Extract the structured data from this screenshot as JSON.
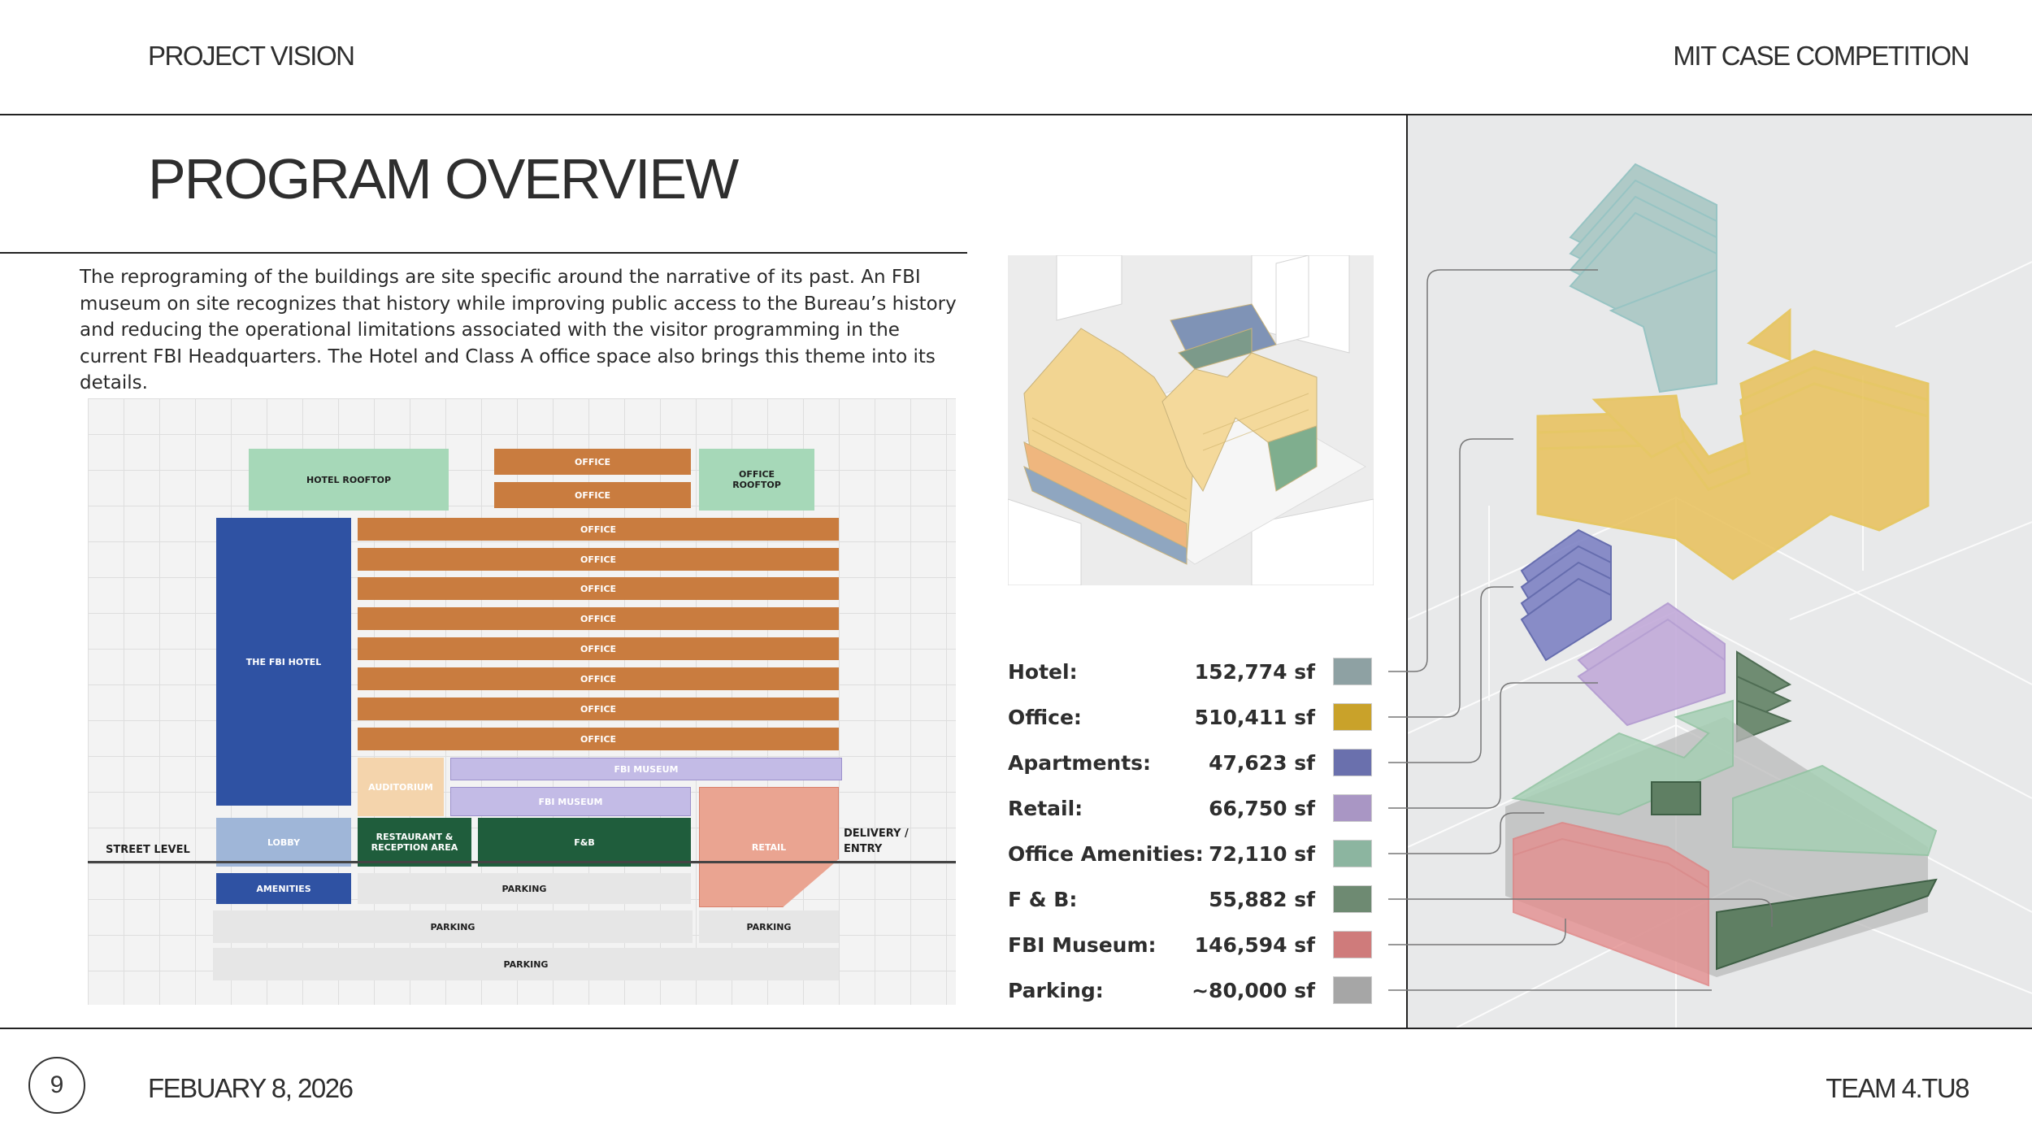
{
  "header": {
    "section": "PROJECT VISION",
    "event": "MIT CASE COMPETITION"
  },
  "title": "PROGRAM OVERVIEW",
  "intro": "The reprograming of the buildings are site specific around the narrative of its past. An FBI museum on site recognizes that history while improving public access to the Bureau’s history and reducing the operational limitations associated with the visitor programming in the current FBI Headquarters. The Hotel and Class A office space also brings this theme into its details.",
  "stacking_diagram": {
    "blocks": {
      "hotel_rooftop": "HOTEL ROOFTOP",
      "office": "OFFICE",
      "office_rooftop": "OFFICE ROOFTOP",
      "fbi_hotel": "THE FBI HOTEL",
      "auditorium": "AUDITORIUM",
      "fbi_museum": "FBI MUSEUM",
      "lobby": "LOBBY",
      "restaurant": "RESTAURANT & RECEPTION AREA",
      "fnb": "F&B",
      "retail": "RETAIL",
      "amenities": "AMENITIES",
      "parking": "PARKING"
    },
    "street_level": "STREET LEVEL",
    "delivery": "DELIVERY / ENTRY"
  },
  "program": [
    {
      "label": "Hotel:",
      "value": "152,774 sf",
      "color": "#8ea1a3"
    },
    {
      "label": "Office:",
      "value": "510,411 sf",
      "color": "#c9a22a"
    },
    {
      "label": "Apartments:",
      "value": "47,623 sf",
      "color": "#6a70ad"
    },
    {
      "label": "Retail:",
      "value": "66,750 sf",
      "color": "#a996c4"
    },
    {
      "label": "Office Amenities:",
      "value": "72,110 sf",
      "color": "#8cb5a0"
    },
    {
      "label": "F & B:",
      "value": "55,882 sf",
      "color": "#6e8a72"
    },
    {
      "label": "FBI Museum:",
      "value": "146,594 sf",
      "color": "#cf7b7b"
    },
    {
      "label": "Parking:",
      "value": "~80,000 sf",
      "color": "#a6a6a6"
    }
  ],
  "footer": {
    "page_number": "9",
    "date": "FEBUARY 8, 2026",
    "team": "TEAM 4.TU8"
  }
}
